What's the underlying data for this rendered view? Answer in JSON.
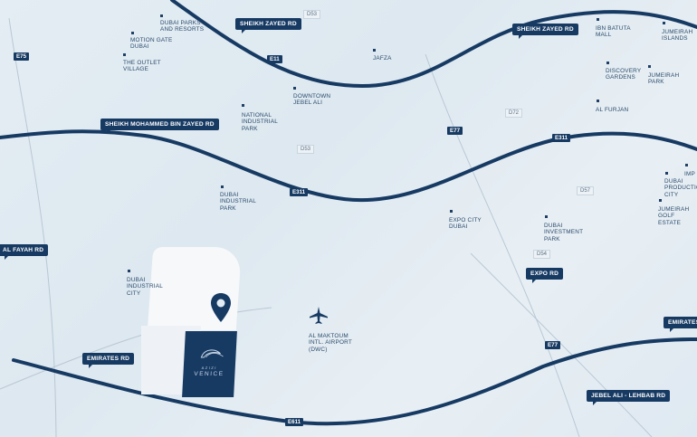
{
  "map": {
    "major_roads": [
      {
        "id": "sheikh-zayed-rd-north",
        "label": "SHEIKH ZAYED RD"
      },
      {
        "id": "sheikh-zayed-rd-east",
        "label": "SHEIKH ZAYED RD"
      },
      {
        "id": "sheikh-mohammed-bin-zayed-rd",
        "label": "SHEIKH MOHAMMED BIN ZAYED RD"
      },
      {
        "id": "al-fayah-rd",
        "label": "AL FAYAH RD"
      },
      {
        "id": "expo-rd",
        "label": "EXPO RD"
      },
      {
        "id": "emirates-rd-west",
        "label": "EMIRATES RD"
      },
      {
        "id": "emirates-rd-east",
        "label": "EMIRATES"
      },
      {
        "id": "jebel-ali-lehbab-rd",
        "label": "JEBEL ALI - LEHBAB RD"
      }
    ],
    "route_shields": {
      "e11_north": "E11",
      "e11_middle": "E311",
      "e311_east": "E311",
      "e77_north": "E77",
      "e77_south": "E77",
      "e75": "E75",
      "e611": "E611"
    },
    "minor_shields": {
      "d53_top": "D53",
      "d53_mid": "D53",
      "d72": "D72",
      "d57": "D57",
      "d54": "D54"
    },
    "places": [
      {
        "id": "dubai-parks",
        "label": "DUBAI PARKS\nAND RESORTS"
      },
      {
        "id": "motion-gate",
        "label": "MOTION GATE\nDUBAI"
      },
      {
        "id": "outlet-village",
        "label": "THE OUTLET\nVILLAGE"
      },
      {
        "id": "jafza",
        "label": "JAFZA"
      },
      {
        "id": "downtown-jebel-ali",
        "label": "DOWNTOWN\nJEBEL ALI"
      },
      {
        "id": "national-industrial-park",
        "label": "NATIONAL\nINDUSTRIAL\nPARK"
      },
      {
        "id": "ibn-batuta",
        "label": "IBN BATUTA\nMALL"
      },
      {
        "id": "jumeirah-islands",
        "label": "JUMEIRAH\nISLANDS"
      },
      {
        "id": "discovery-gardens",
        "label": "DISCOVERY\nGARDENS"
      },
      {
        "id": "jumeirah-park",
        "label": "JUMEIRAH\nPARK"
      },
      {
        "id": "al-furjan",
        "label": "AL FURJAN"
      },
      {
        "id": "dubai-industrial-park",
        "label": "DUBAI\nINDUSTRIAL\nPARK"
      },
      {
        "id": "expo-city",
        "label": "EXPO CITY\nDUBAI"
      },
      {
        "id": "dubai-investment-park",
        "label": "DUBAI\nINVESTMENT\nPARK"
      },
      {
        "id": "imp",
        "label": "IMP"
      },
      {
        "id": "dubai-production-city",
        "label": "DUBAI\nPRODUCTIO\nCITY"
      },
      {
        "id": "jumeirah-golf-estates",
        "label": "JUMEIRAH\nGOLF ESTATE"
      },
      {
        "id": "dubai-industrial-city",
        "label": "DUBAI\nINDUSTRIAL\nCITY"
      },
      {
        "id": "al-maktoum-airport",
        "label": "AL MAKTOUM\nINTL. AIRPORT\n(DWC)"
      }
    ],
    "project": {
      "brand_small": "AZIZI",
      "brand_name": "VENICE"
    },
    "colors": {
      "road": "#173a63",
      "background": "#e4edf3",
      "project": "#173a63"
    }
  }
}
